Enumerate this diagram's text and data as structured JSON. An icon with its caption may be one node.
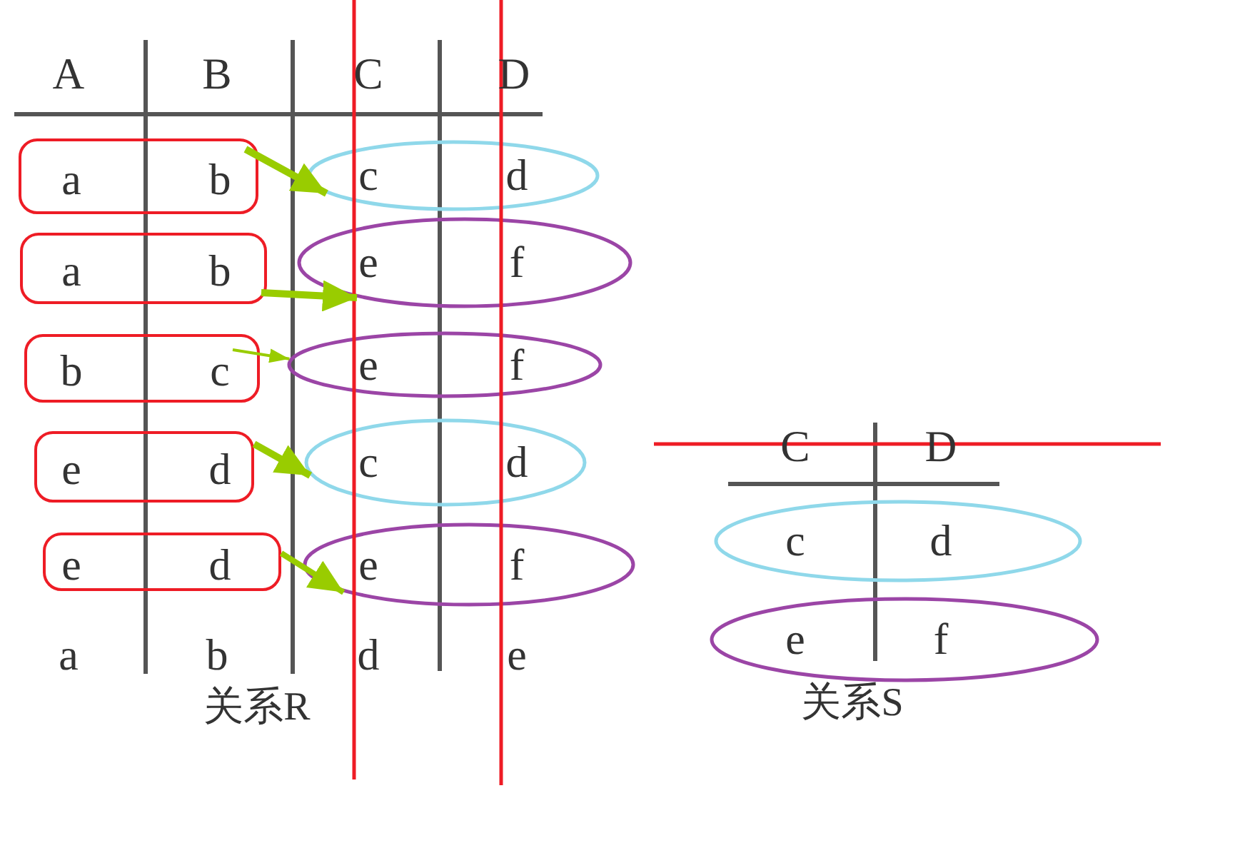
{
  "diagram": {
    "nodes": [
      {
        "text": [
          "a",
          "b"
        ]
      },
      {
        "text": [
          "c",
          "d"
        ]
      },
      {
        "text": [
          "a",
          "b"
        ]
      },
      {
        "text": [
          "e",
          "f"
        ]
      },
      {
        "text": [
          "b",
          "c"
        ]
      },
      {
        "text": [
          "e",
          "f"
        ]
      },
      {
        "text": [
          "e",
          "d"
        ]
      },
      {
        "text": [
          "c",
          "d"
        ]
      },
      {
        "text": [
          "e",
          "d"
        ]
      },
      {
        "text": [
          "e",
          "f"
        ]
      },
      {
        "text": [
          "c",
          "d"
        ]
      },
      {
        "text": [
          "e",
          "f"
        ]
      }
    ],
    "edges": [
      {
        "from": 0,
        "to": 1,
        "arrow": "to"
      },
      {
        "from": 2,
        "to": 3,
        "arrow": "to"
      },
      {
        "from": 4,
        "to": 5,
        "arrow": "to"
      },
      {
        "from": 6,
        "to": 7,
        "arrow": "to"
      },
      {
        "from": 8,
        "to": 9,
        "arrow": "to"
      }
    ],
    "labels": [
      "A",
      "B",
      "C",
      "D",
      "a",
      "b",
      "d",
      "e",
      "关系R",
      "C",
      "D",
      "关系S"
    ]
  }
}
